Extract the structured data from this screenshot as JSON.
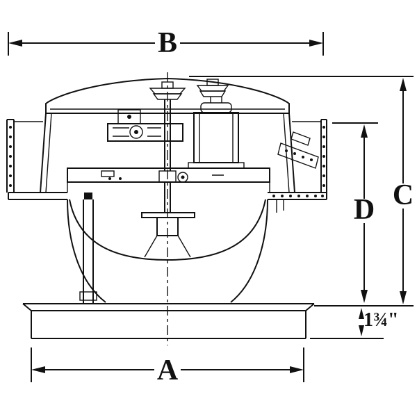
{
  "colors": {
    "ink": "#111111",
    "background": "#ffffff"
  },
  "dimensions": {
    "a": "A",
    "b": "B",
    "c": "C",
    "d": "D",
    "base": "1¾\""
  }
}
